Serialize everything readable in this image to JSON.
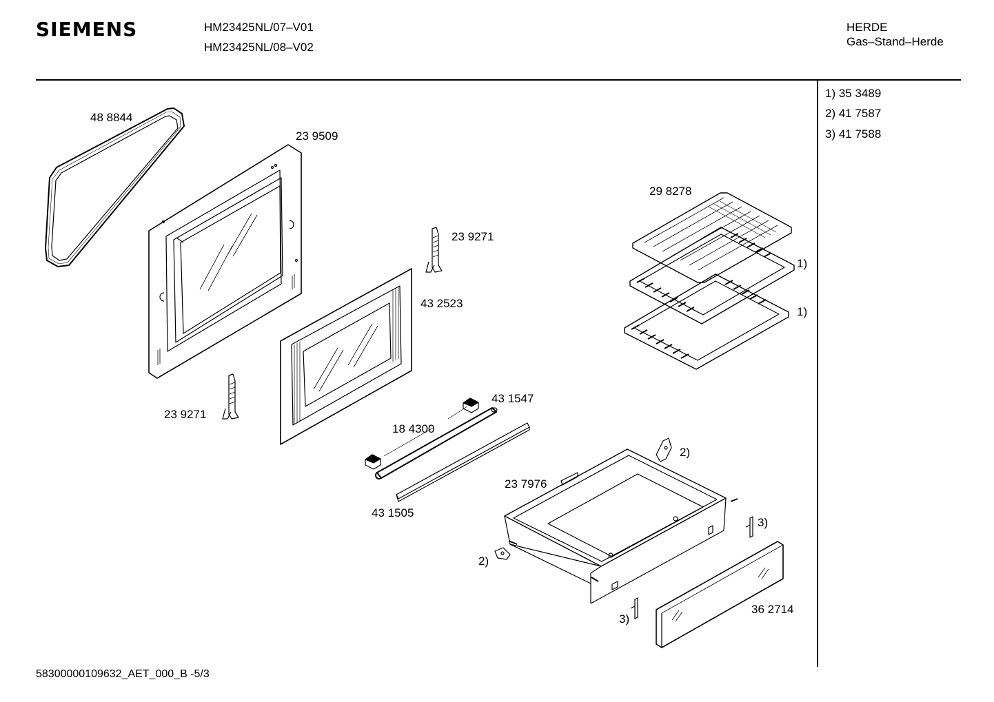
{
  "header": {
    "brand": "SIEMENS",
    "models": [
      "HM23425NL/07–V01",
      "HM23425NL/08–V02"
    ],
    "category": "HERDE",
    "subcategory": "Gas–Stand–Herde"
  },
  "legend": [
    {
      "text": "1)  35 3489"
    },
    {
      "text": "2)  41 7587"
    },
    {
      "text": "3)  41 7588"
    }
  ],
  "parts": {
    "gasket": "48 8844",
    "inner_door": "23 9509",
    "hinge_top": "23 9271",
    "outer_door": "43 2523",
    "hinge_bottom": "23 9271",
    "grill_rack": "29 8278",
    "tray_1_ref": "1)",
    "tray_2_ref": "1)",
    "handle_bar": "43 1547",
    "handle_end": "18 4300",
    "trim_strip": "43 1505",
    "drawer": "23 7976",
    "clip_top_ref": "2)",
    "clip_left_ref": "2)",
    "screw_right_ref": "3)",
    "screw_bottom_ref": "3)",
    "drawer_front": "36 2714"
  },
  "footer": {
    "code": "58300000109632_AET_000_B   -5/3"
  }
}
